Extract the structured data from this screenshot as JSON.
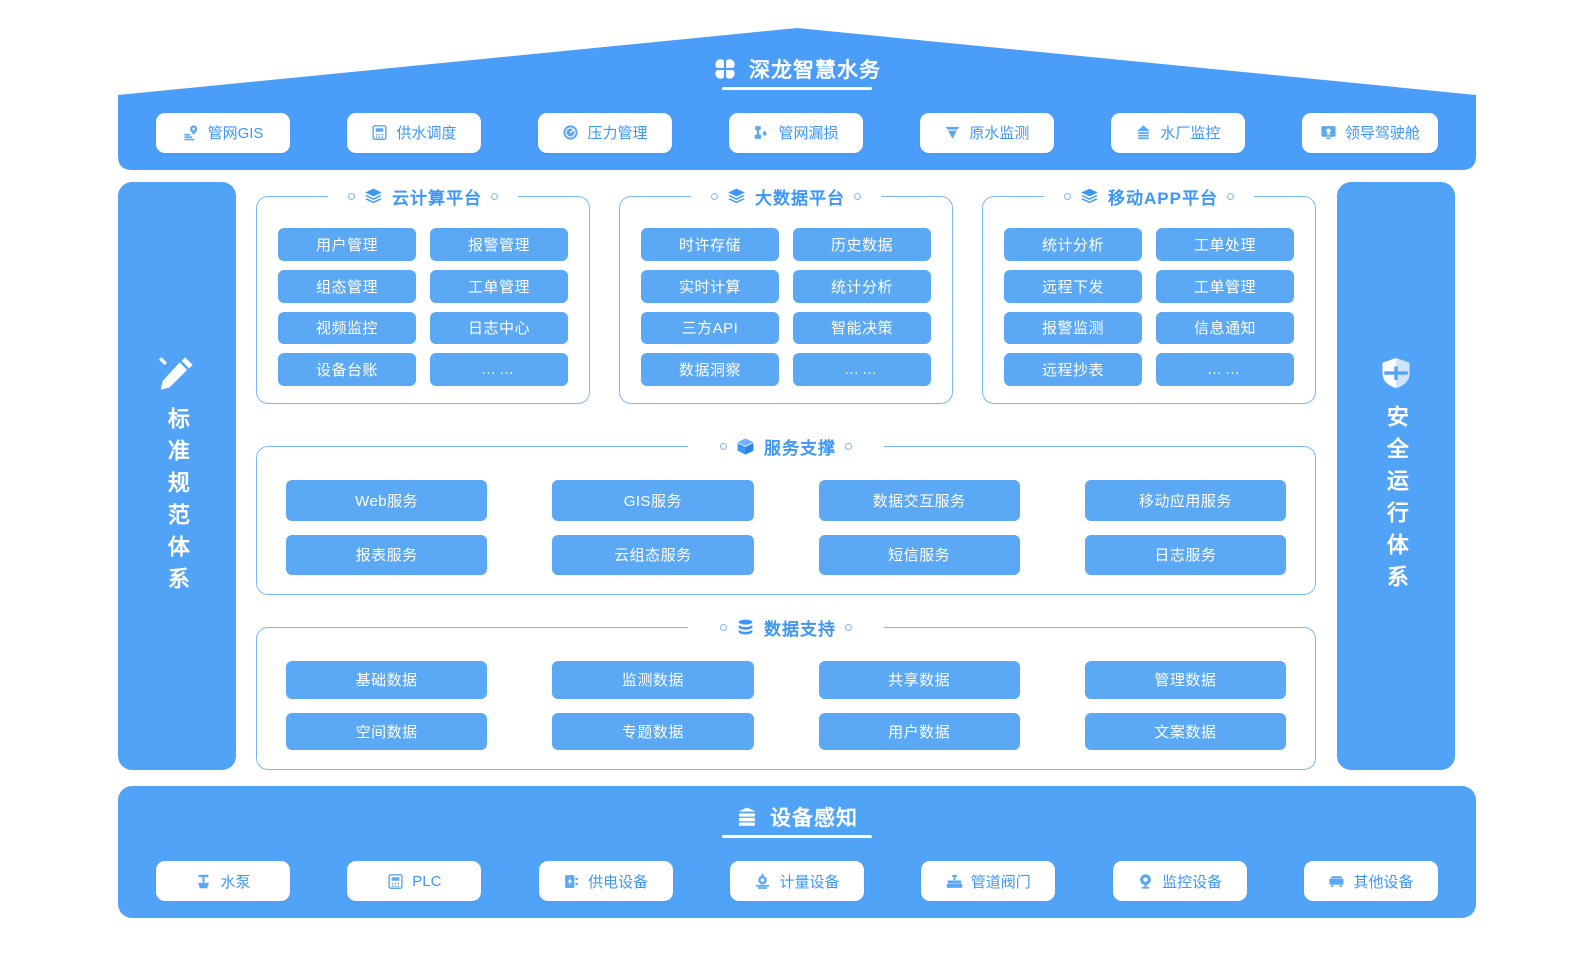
{
  "header": {
    "title": "深龙智慧水务",
    "logo_icon": "clover-four-petal-icon",
    "nav": [
      {
        "label": "管网GIS",
        "icon": "map-pin-layers-icon"
      },
      {
        "label": "供水调度",
        "icon": "plc-panel-icon"
      },
      {
        "label": "压力管理",
        "icon": "gauge-icon"
      },
      {
        "label": "管网漏损",
        "icon": "pipe-leak-icon"
      },
      {
        "label": "原水监测",
        "icon": "water-wave-icon"
      },
      {
        "label": "水厂监控",
        "icon": "factory-icon"
      },
      {
        "label": "领导驾驶舱",
        "icon": "monitor-dashboard-icon"
      }
    ]
  },
  "pillars": {
    "left": {
      "label": "标准规范体系",
      "icon": "ruler-pencil-icon"
    },
    "right": {
      "label": "安全运行体系",
      "icon": "shield-icon"
    }
  },
  "platforms": [
    {
      "title": "云计算平台",
      "icon": "layers-stack-icon",
      "items": [
        "用户管理",
        "报警管理",
        "组态管理",
        "工单管理",
        "视频监控",
        "日志中心",
        "设备台账",
        "……"
      ]
    },
    {
      "title": "大数据平台",
      "icon": "layers-stack-icon",
      "items": [
        "时许存储",
        "历史数据",
        "实时计算",
        "统计分析",
        "三方API",
        "智能决策",
        "数据洞察",
        "……"
      ]
    },
    {
      "title": "移动APP平台",
      "icon": "layers-stack-icon",
      "items": [
        "统计分析",
        "工单处理",
        "远程下发",
        "工单管理",
        "报警监测",
        "信息通知",
        "远程抄表",
        "……"
      ]
    }
  ],
  "service_support": {
    "title": "服务支撑",
    "icon": "cube-box-icon",
    "items": [
      "Web服务",
      "GIS服务",
      "数据交互服务",
      "移动应用服务",
      "报表服务",
      "云组态服务",
      "短信服务",
      "日志服务"
    ]
  },
  "data_support": {
    "title": "数据支持",
    "icon": "database-icon",
    "items": [
      "基础数据",
      "监测数据",
      "共享数据",
      "管理数据",
      "空间数据",
      "专题数据",
      "用户数据",
      "文案数据"
    ]
  },
  "device_layer": {
    "title": "设备感知",
    "icon": "server-rack-icon",
    "items": [
      {
        "label": "水泵",
        "icon": "water-pump-icon"
      },
      {
        "label": "PLC",
        "icon": "plc-panel-icon"
      },
      {
        "label": "供电设备",
        "icon": "power-supply-icon"
      },
      {
        "label": "计量设备",
        "icon": "meter-icon"
      },
      {
        "label": "管道阀门",
        "icon": "valve-icon"
      },
      {
        "label": "监控设备",
        "icon": "camera-icon"
      },
      {
        "label": "其他设备",
        "icon": "device-generic-icon"
      }
    ]
  },
  "colors": {
    "brand_blue": "#4a9df8",
    "panel_blue": "#51a3f7",
    "chip_blue": "#5ba8f4",
    "border_blue": "#7ab9f9",
    "text_blue": "#3d97f7",
    "white": "#ffffff"
  }
}
